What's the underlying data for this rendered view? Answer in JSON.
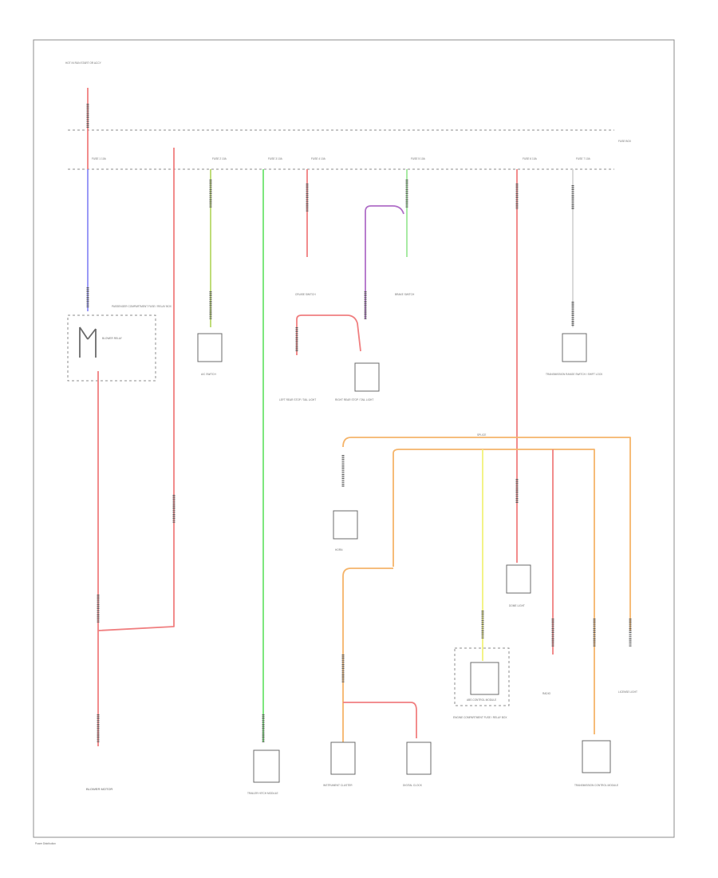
{
  "page_label": "Power Distribution",
  "colors": {
    "red": "#f07f80",
    "blue": "#8e8ef5",
    "yellow_green": "#b8d86a",
    "green": "#6fe36f",
    "violet": "#b06fc8",
    "light_green": "#9fe89a",
    "orange": "#f5b46a",
    "yellow": "#f2f27a",
    "white": "#d6d6d6"
  },
  "fuse_bus": [
    {
      "id": "f1",
      "label": "FUSE 1 10A"
    },
    {
      "id": "f2",
      "label": "FUSE 2 10A"
    },
    {
      "id": "f3",
      "label": "FUSE 3 10A"
    },
    {
      "id": "f4",
      "label": "FUSE 4 10A"
    },
    {
      "id": "f5",
      "label": "FUSE 5 10A"
    },
    {
      "id": "f6",
      "label": "FUSE 6 10A"
    },
    {
      "id": "f7",
      "label": "FUSE 7 10A"
    }
  ],
  "labels": {
    "hot_source": "HOT IN RUN START OR ACCY",
    "fuse_block": "FUSE BOX",
    "passenger_box": "PASSENGER COMPARTMENT FUSE / RELAY BOX",
    "blower_relay": "BLOWER RELAY",
    "ac_switch": "A/C SWITCH",
    "brake_switch": "BRAKE SWITCH",
    "left_tail": "LEFT REAR STOP / TAIL LIGHT",
    "right_tail": "RIGHT REAR STOP / TAIL LIGHT",
    "cruise": "CRUISE SWITCH",
    "transmission_range": "TRANSMISSION RANGE SWITCH / SHIFT LOCK",
    "horn": "HORN",
    "dome": "DOME LIGHT",
    "radio": "RADIO",
    "license": "LICENSE LIGHT",
    "abs": "ABS CONTROL MODULE",
    "engine_box": "ENGINE COMPARTMENT FUSE / RELAY BOX",
    "blower_motor": "BLOWER MOTOR",
    "trailer_module": "TRAILER HITCH MODULE",
    "instrument_cluster": "INSTRUMENT CLUSTER",
    "clock": "DIGITAL CLOCK",
    "transmission_control": "TRANSMISSION CONTROL MODULE",
    "splice": "SPLICE"
  }
}
